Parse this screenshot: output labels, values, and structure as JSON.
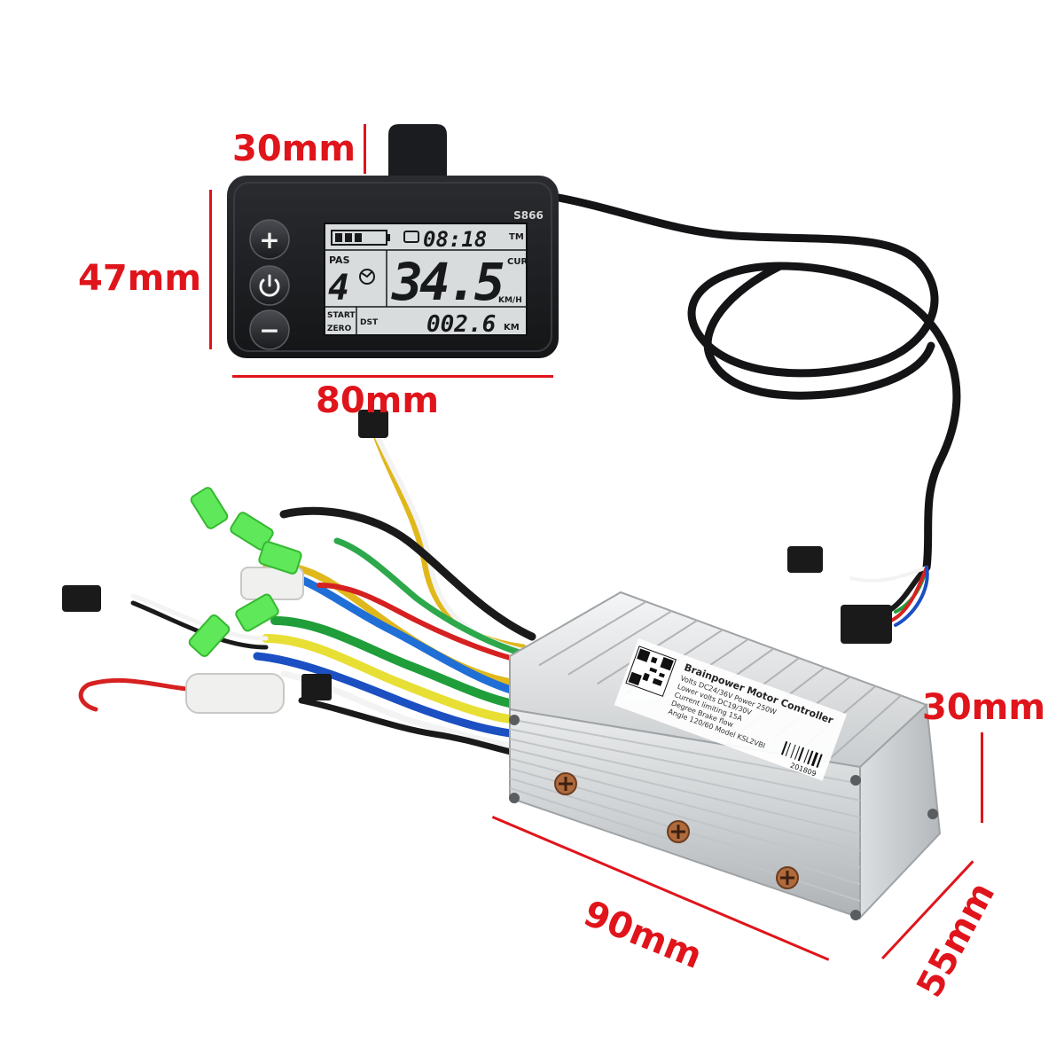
{
  "display": {
    "model": "S866",
    "time": "08:18",
    "time_mode": "TM",
    "pas_label": "PAS",
    "pas_level": "4",
    "speed": "34.5",
    "speed_mode": "CUR",
    "speed_unit": "KM/H",
    "start_label": "START",
    "zero_label": "ZERO",
    "dst_label": "DST",
    "distance": "002.6",
    "distance_unit": "KM",
    "battery_bars_filled": 3,
    "buttons": {
      "plus": "+",
      "minus": "−"
    }
  },
  "controller": {
    "title": "Brainpower Motor Controller",
    "spec_lines": [
      "Volts DC24/36V  Power 250W",
      "Lower volts DC19/30V",
      "Current limiting 15A",
      "Degree Brake flow",
      "Angle 120/60   Model KSL2VBI"
    ],
    "serial": "201809"
  },
  "dimensions": {
    "display_top": "30mm",
    "display_height": "47mm",
    "display_width": "80mm",
    "controller_height": "30mm",
    "controller_length": "90mm",
    "controller_depth": "55mm"
  },
  "colors": {
    "dimension_red": "#e0141b",
    "lcd_background": "#d9dcdd",
    "lcd_text": "#17191b",
    "housing_black": "#1c1d20",
    "controller_silver": "#d6d8da",
    "heat_shrink_green": "#5fe85a"
  }
}
